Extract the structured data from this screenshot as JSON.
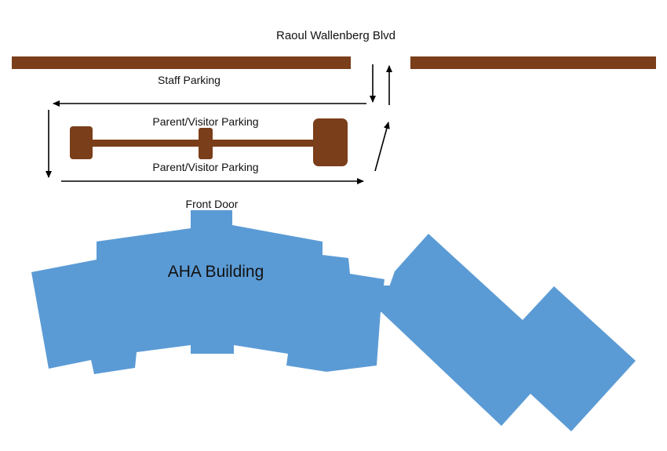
{
  "labels": {
    "street": "Raoul Wallenberg Blvd",
    "staff_parking": "Staff Parking",
    "parking_top": "Parent/Visitor Parking",
    "parking_bottom": "Parent/Visitor Parking",
    "front_door": "Front Door",
    "building": "AHA Building"
  },
  "colors": {
    "road": "#7a3e1a",
    "building": "#5b9bd5",
    "arrow": "#000000",
    "text": "#111111"
  }
}
